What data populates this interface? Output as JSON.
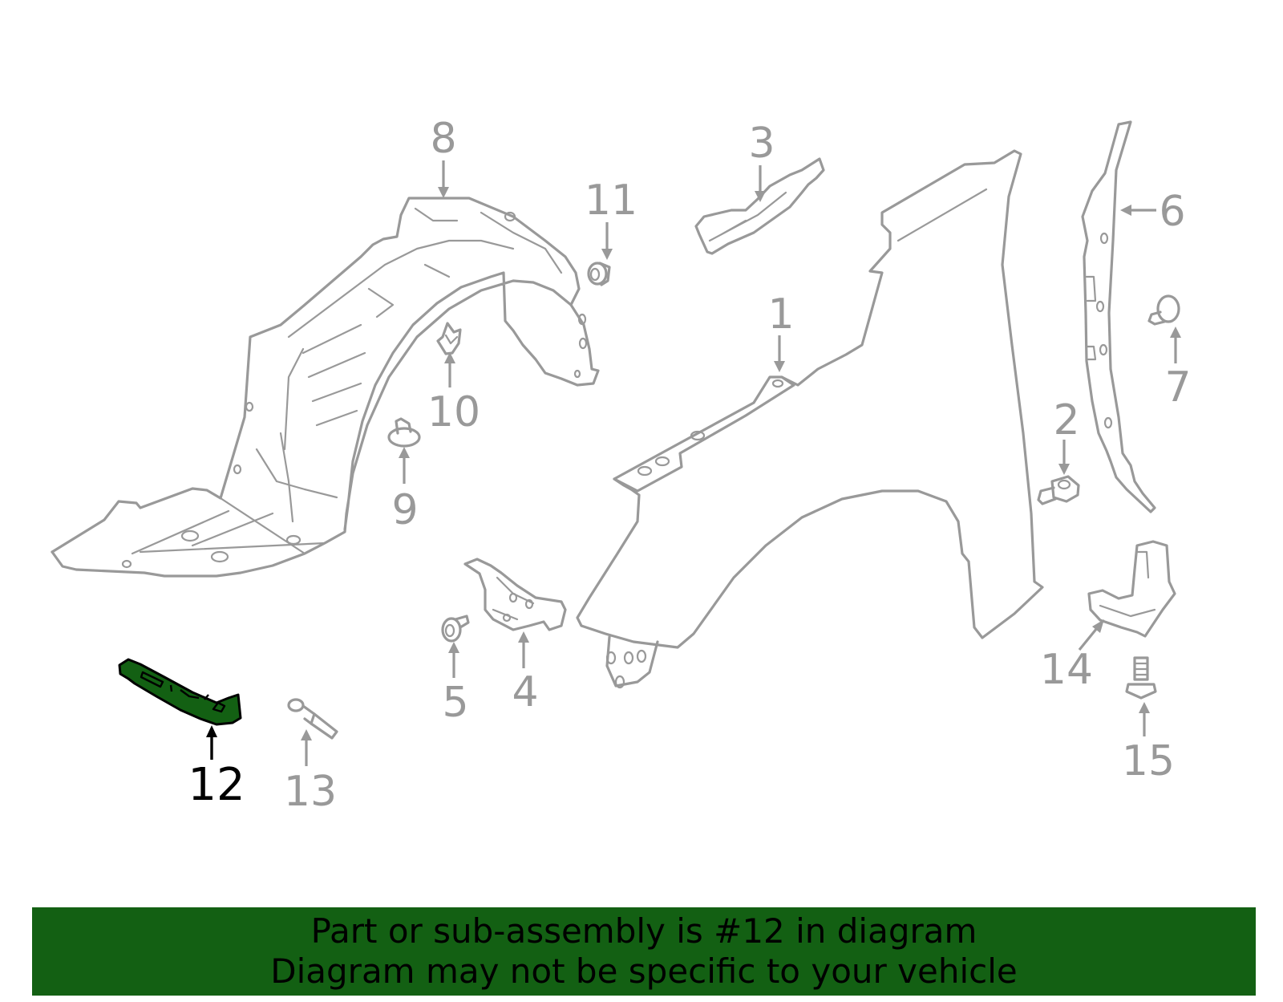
{
  "diagram": {
    "callouts": [
      {
        "id": "1",
        "label": "1"
      },
      {
        "id": "2",
        "label": "2"
      },
      {
        "id": "3",
        "label": "3"
      },
      {
        "id": "4",
        "label": "4"
      },
      {
        "id": "5",
        "label": "5"
      },
      {
        "id": "6",
        "label": "6"
      },
      {
        "id": "7",
        "label": "7"
      },
      {
        "id": "8",
        "label": "8"
      },
      {
        "id": "9",
        "label": "9"
      },
      {
        "id": "10",
        "label": "10"
      },
      {
        "id": "11",
        "label": "11"
      },
      {
        "id": "12",
        "label": "12"
      },
      {
        "id": "13",
        "label": "13"
      },
      {
        "id": "14",
        "label": "14"
      },
      {
        "id": "15",
        "label": "15"
      }
    ],
    "highlighted_part": "12",
    "colors": {
      "part_outline": "#999999",
      "highlight_fill": "#136013",
      "highlight_outline": "#000000",
      "banner_background": "#136013"
    }
  },
  "banner": {
    "line1": "Part or sub-assembly is #12 in diagram",
    "line2": "Diagram may not be specific to your vehicle"
  }
}
